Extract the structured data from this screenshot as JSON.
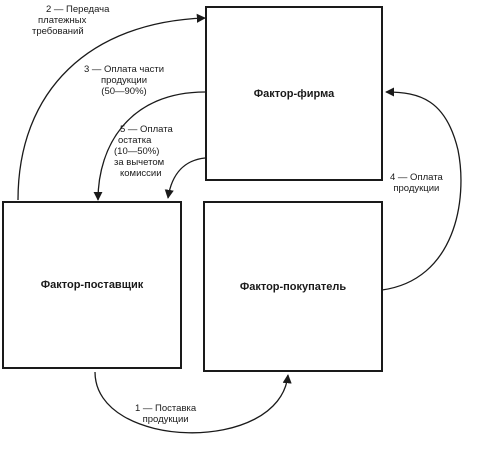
{
  "boxes": {
    "firm": "Фактор-фирма",
    "supplier": "Фактор-поставщик",
    "buyer": "Фактор-покупатель"
  },
  "flows": {
    "f1": [
      "1 — Поставка",
      "продукции"
    ],
    "f2": [
      "2 — Передача",
      "платежных",
      "требований"
    ],
    "f3": [
      "3 — Оплата части",
      "продукции",
      "(50—90%)"
    ],
    "f4": [
      "4 — Оплата",
      "продукции"
    ],
    "f5": [
      "5 — Оплата",
      "остатка",
      "(10—50%)",
      "за вычетом",
      "комиссии"
    ]
  }
}
